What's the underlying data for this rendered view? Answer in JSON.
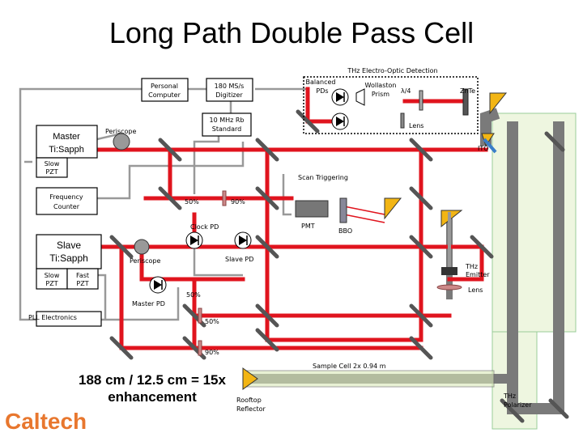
{
  "title": "Long Path Double Pass Cell",
  "labels": {
    "thz_detection": "THz Electro-Optic Detection",
    "personal_computer_1": "Personal",
    "personal_computer_2": "Computer",
    "digitizer_1": "180 MS/s",
    "digitizer_2": "Digitizer",
    "rb_standard_1": "10 MHz Rb",
    "rb_standard_2": "Standard",
    "balanced_pds_1": "Balanced",
    "balanced_pds_2": "PDs",
    "wollaston_1": "Wollaston",
    "wollaston_2": "Prism",
    "lambda4": "λ/4",
    "znte": "ZnTe",
    "lens_top": "Lens",
    "ito": "ITO",
    "master_1": "Master",
    "master_2": "Ti:Sapph",
    "periscope_top": "Periscope",
    "slow_pzt_1": "Slow",
    "slow_pzt_2": "PZT",
    "scan_triggering": "Scan Triggering",
    "freq_counter_1": "Frequency",
    "freq_counter_2": "Counter",
    "pct_50a": "50%",
    "pct_90a": "90%",
    "clock_pd": "Clock PD",
    "pmt": "PMT",
    "bbo": "BBO",
    "slave_1": "Slave",
    "slave_2": "Ti:Sapph",
    "slave_slow_1": "Slow",
    "slave_slow_2": "PZT",
    "slave_fast_1": "Fast",
    "slave_fast_2": "PZT",
    "periscope_bottom": "Periscope",
    "slave_pd": "Slave PD",
    "thz_emitter_1": "THz",
    "thz_emitter_2": "Emitter",
    "lens_bottom": "Lens",
    "master_pd": "Master PD",
    "pct_50b": "50%",
    "pll": "PLL Electronics",
    "pct_50c": "50%",
    "pct_90b": "90%",
    "sample_cell": "Sample Cell 2x 0.94 m",
    "enhancement_1": "188 cm / 12.5 cm = 15x",
    "enhancement_2": "enhancement",
    "rooftop_1": "Rooftop",
    "rooftop_2": "Reflector",
    "thz_polarizer_1": "THz",
    "thz_polarizer_2": "Polarizer",
    "logo": "Caltech"
  },
  "colors": {
    "beam": "#e0141e",
    "thz_beam": "#7a7a7a",
    "thz_region": "#eef6e0",
    "wire": "#999999",
    "logo": "#e8772e",
    "cell_fill": "#d9e8b8"
  }
}
